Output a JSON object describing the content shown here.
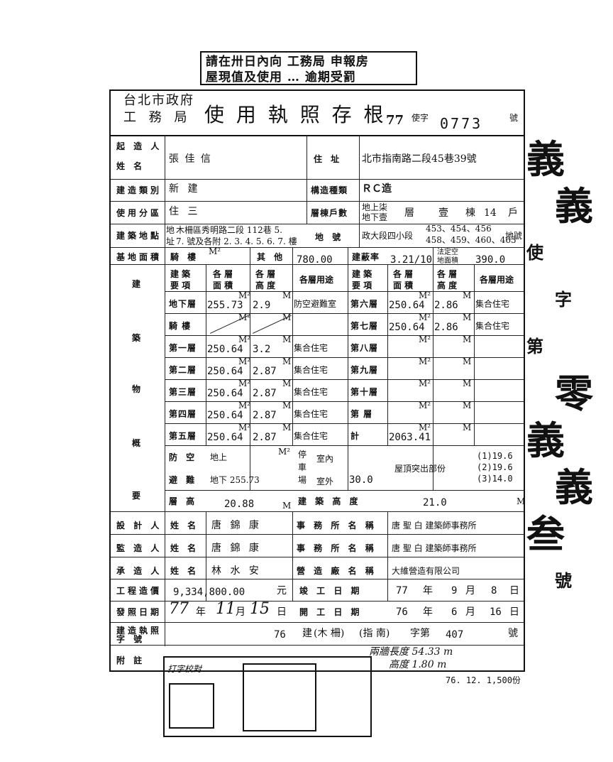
{
  "notice": {
    "line1": "請在卅日內向 工務局 申報房",
    "line2": "屋現值及使用 … 逾期受罰"
  },
  "header": {
    "org_line1": "台北市政府",
    "org_line2": "工 務 局",
    "title": "使 用 執 照 存 根",
    "year": "77",
    "prefix": "使字",
    "number": "0773",
    "suffix": "號"
  },
  "rows": {
    "owner": {
      "label1": "起 造 人",
      "label2": "姓 名",
      "value": "張 佳 信",
      "addr_label": "住 址",
      "address": "北市指南路二段45巷39號"
    },
    "build_type": {
      "label": "建造類別",
      "value": "新 建",
      "struct_label": "構造種類",
      "struct": "ＲＣ造"
    },
    "zone": {
      "label": "使用分區",
      "value": "住 三",
      "floors_label": "層棟戶數",
      "above": "地上柒",
      "below": "地下壹",
      "floor_text": "層",
      "count": "壹",
      "bldg": "棟",
      "units": "14",
      "hu": "戶"
    },
    "location": {
      "label": "建築地點",
      "lab_a": "地",
      "lab_b": "址",
      "line1": "木柵區秀明路二段 112巷 5.",
      "line2": "7. 號及各附 2. 3. 4. 5. 6. 7. 樓",
      "lot_label": "地 號",
      "lot_section": "政大段四小段",
      "lot_line1": "453、454、456",
      "lot_line2": "458、459、460、463",
      "lot_suffix": "地號"
    },
    "site": {
      "label": "基地面積",
      "arcade": "騎 樓",
      "other_label": "其 他",
      "other": "780.00",
      "coverage_label": "建蔽率",
      "coverage": "3.21/10",
      "legal_label1": "法定空",
      "legal_label2": "地面積",
      "legal": "390.0",
      "unit_m2": "M²"
    }
  },
  "details": {
    "side_label": [
      "建",
      "築",
      "物",
      "概",
      "要"
    ],
    "col_headers": {
      "item": "建 築 要 項",
      "area": "各 層 面 積",
      "height": "各 層 高 度",
      "use": "各層用途"
    },
    "left": [
      {
        "floor": "地下層",
        "area": "255.73",
        "height": "2.9",
        "use": "防空避難室"
      },
      {
        "floor": "騎 樓",
        "area": "",
        "height": "",
        "use": ""
      },
      {
        "floor": "第一層",
        "area": "250.64",
        "height": "3.2",
        "use": "集合住宅"
      },
      {
        "floor": "第二層",
        "area": "250.64",
        "height": "2.87",
        "use": "集合住宅"
      },
      {
        "floor": "第三層",
        "area": "250.64",
        "height": "2.87",
        "use": "集合住宅"
      },
      {
        "floor": "第四層",
        "area": "250.64",
        "height": "2.87",
        "use": "集合住宅"
      },
      {
        "floor": "第五層",
        "area": "250.64",
        "height": "2.87",
        "use": "集合住宅"
      }
    ],
    "right": [
      {
        "floor": "第六層",
        "area": "250.64",
        "height": "2.86",
        "use": "集合住宅"
      },
      {
        "floor": "第七層",
        "area": "250.64",
        "height": "2.86",
        "use": "集合住宅"
      },
      {
        "floor": "第八層",
        "area": "",
        "height": "",
        "use": ""
      },
      {
        "floor": "第九層",
        "area": "",
        "height": "",
        "use": ""
      },
      {
        "floor": "第十層",
        "area": "",
        "height": "",
        "use": ""
      },
      {
        "floor": "第 層",
        "area": "",
        "height": "",
        "use": ""
      },
      {
        "floor": "計",
        "area": "2063.41",
        "height": "",
        "use": ""
      }
    ],
    "shelter": {
      "label1": "防 空",
      "label2": "避 難",
      "above": "地上",
      "below": "地下 255.73",
      "parking1": "停",
      "parking2": "車",
      "parking3": "場",
      "indoor": "室內",
      "outdoor": "室外",
      "outdoor_val": "30.0",
      "roof_label": "屋頂突出部份",
      "roof1": "(1)19.6",
      "roof2": "(2)19.6",
      "roof3": "(3)14.0"
    },
    "height": {
      "label": "層 高",
      "value": "20.88",
      "bh_label": "建 築 高 度",
      "bh_value": "21.0"
    },
    "unit_m": "M",
    "unit_m2": "M²"
  },
  "people": [
    {
      "role": "設 計 人",
      "name_label": "姓 名",
      "name": "唐 錦 康",
      "office_label": "事 務 所 名 稱",
      "office": "唐 聖 白 建築師事務所"
    },
    {
      "role": "監 造 人",
      "name_label": "姓 名",
      "name": "唐 錦 康",
      "office_label": "事 務 所 名 稱",
      "office": "唐 聖 白 建築師事務所"
    },
    {
      "role": "承 造 人",
      "name_label": "姓 名",
      "name": "林 水 安",
      "office_label": "營 造 廠 名 稱",
      "office": "大維營造有限公司"
    }
  ],
  "cost": {
    "label": "工程造價",
    "value": "9,334,800.00",
    "unit": "元",
    "done_label": "竣 工 日 期",
    "done_y": "77",
    "done_m": "9",
    "done_d": "8",
    "y": "年",
    "m": "月",
    "d": "日"
  },
  "issue": {
    "label": "發照日期",
    "y": "77",
    "m": "11",
    "d": "15",
    "start_label": "開 工 日 期",
    "start_y": "76",
    "start_m": "6",
    "start_d": "16"
  },
  "permit": {
    "label1": "建造執照",
    "label2": "字 號",
    "year": "76",
    "jian": "建",
    "district": "(木 柵)",
    "area": "(指 南)",
    "zi": "字第",
    "no": "407",
    "hao": "號"
  },
  "note": {
    "label": "附 註",
    "wall": "兩牆長度 54.33 m",
    "wall_h": "高度 1.80 m",
    "proof": "打字校對"
  },
  "footer": {
    "print": "76. 12. 1,500份"
  },
  "side_stamp": [
    "義",
    "義",
    "使",
    "字",
    "第",
    "零",
    "義",
    "義",
    "叁",
    "號"
  ]
}
